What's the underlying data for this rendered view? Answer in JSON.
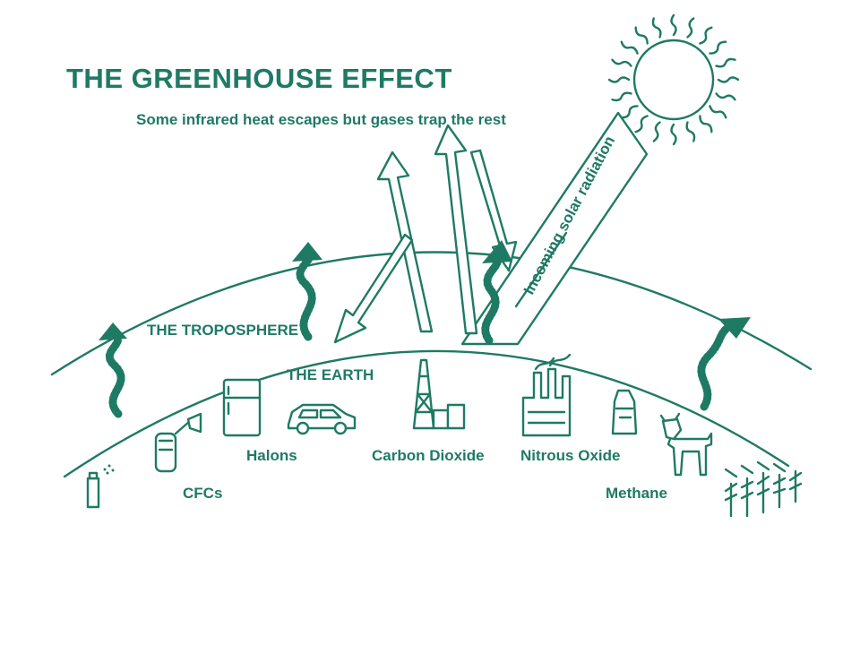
{
  "title": "THE GREENHOUSE EFFECT",
  "subtitle": "Some infrared heat escapes but gases trap the rest",
  "labels": {
    "incoming": "Incoming solar radiation",
    "troposphere": "THE TROPOSPHERE",
    "earth": "THE EARTH",
    "halons": "Halons",
    "cfcs": "CFCs",
    "carbon_dioxide": "Carbon Dioxide",
    "nitrous_oxide": "Nitrous Oxide",
    "methane": "Methane"
  },
  "colors": {
    "ink": "#1f7a64",
    "background": "#ffffff"
  },
  "icons": [
    "sun-icon",
    "spray-can-icon",
    "fire-extinguisher-icon",
    "refrigerator-icon",
    "car-icon",
    "oil-derrick-icon",
    "factory-icon",
    "fertilizer-bag-icon",
    "cow-icon",
    "crops-icon"
  ]
}
